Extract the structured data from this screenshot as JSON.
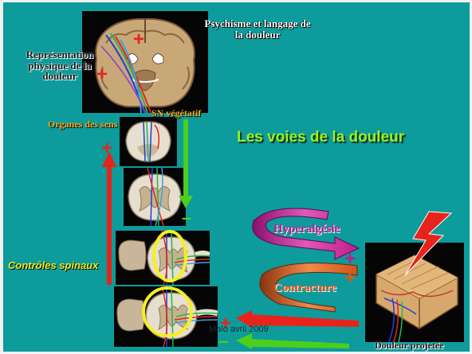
{
  "slide": {
    "title": "Les voies de la douleur",
    "labels": {
      "psychisme": "Psychisme et langage de la douleur",
      "representation": "Représentation physique de la douleur",
      "sn_vegetatif": "SN végétatif",
      "organes_des_sens": "Organes des sens",
      "controles_spinaux": "Contrôles spinaux",
      "hyperalgesie": "Hyperalgésie",
      "contracture": "Contracture",
      "douleur_projetee": "Douleur projetée",
      "footer": "Malo  avril 2009"
    },
    "signs": {
      "plus": "+",
      "minus": "–"
    }
  },
  "colors": {
    "background": "#0d9b9b",
    "title": "#9cf01a",
    "red_arrow": "#e8231c",
    "green_arrow": "#4ccf1c",
    "magenta_arrow": "#c21a8c",
    "orange_arrow": "#d2541a",
    "yellow_ellipse": "#f5ef24",
    "label_orange": "#f7a51c",
    "label_yellow": "#f2e81c"
  }
}
